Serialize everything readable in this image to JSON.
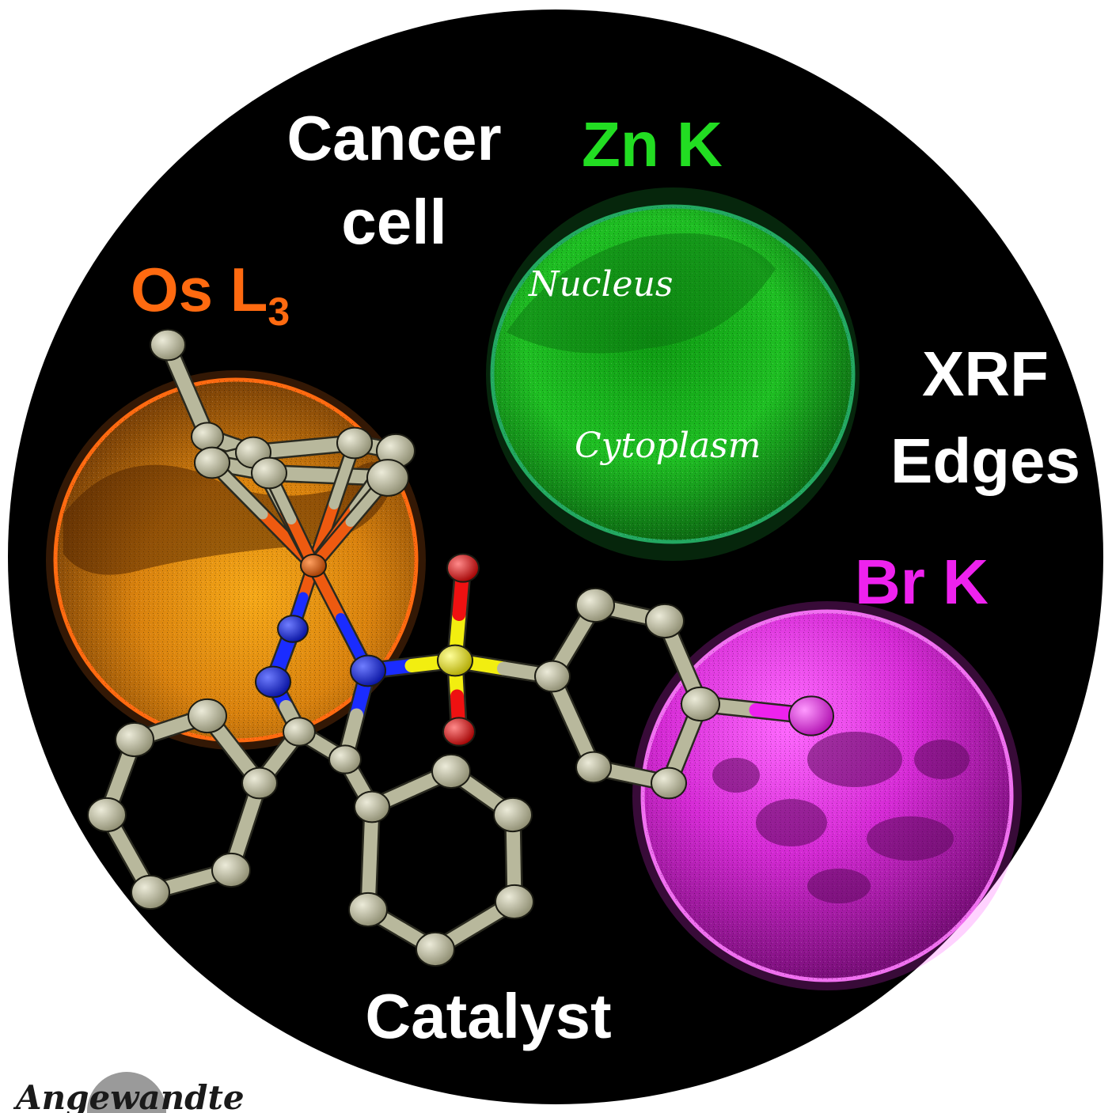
{
  "labels": {
    "cancer_line1": "Cancer",
    "cancer_line2": "cell",
    "zn": "Zn K",
    "os": "Os L",
    "os_sub": "3",
    "xrf_line1": "XRF",
    "xrf_line2": "Edges",
    "br": "Br K",
    "catalyst": "Catalyst",
    "nucleus": "Nucleus",
    "cytoplasm": "Cytoplasm",
    "brand": "Angewandte"
  },
  "colors": {
    "background": "#000000",
    "zn": "#22dd22",
    "os": "#ff6a10",
    "br": "#ee22ee",
    "text": "#ffffff",
    "carbon": "#b8b89c",
    "nitrogen": "#1a2cff",
    "oxygen": "#ee1111",
    "sulfur": "#f2ee10",
    "osmium": "#ee5a10"
  }
}
